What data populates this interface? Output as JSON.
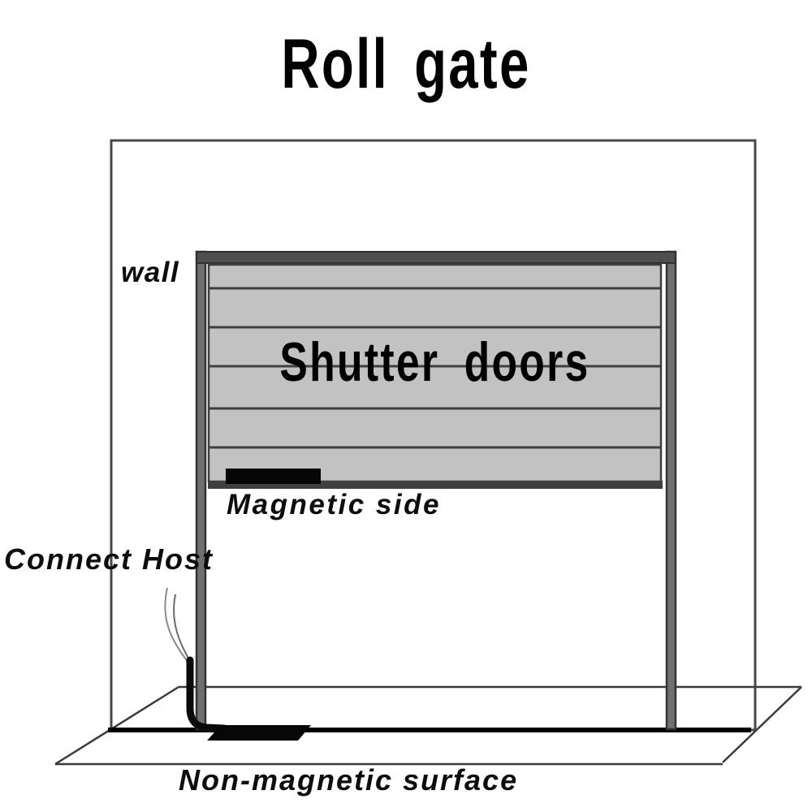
{
  "title": "Roll gate",
  "diagram": {
    "labels": {
      "wall": "wall",
      "shutter": "Shutter doors",
      "magnetic_side": "Magnetic side",
      "connect_host": "Connect Host",
      "surface": "Non-magnetic surface"
    },
    "colors": {
      "background": "#ffffff",
      "outline": "#3a3a3a",
      "frame": "#4f4f4f",
      "track": "#6f6f6f",
      "panel": "#c2c2c2",
      "slat_line": "#3f3f3f",
      "magnet": "#060606",
      "wire": "#8a8a8a",
      "text": "#0d0d0d"
    }
  }
}
